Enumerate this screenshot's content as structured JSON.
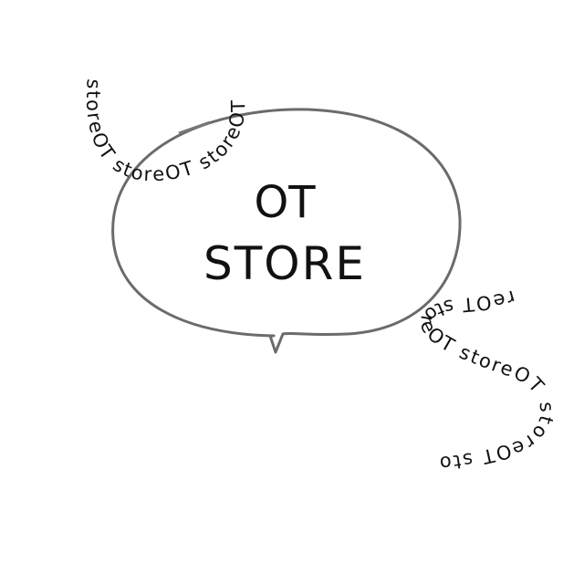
{
  "logo": {
    "title_line1": "OT",
    "title_line2": "STORE",
    "ring_text_top": "storeOT storeOT storeOT",
    "ring_text_bottom": "reOT storeOT storeOT storeOT sto",
    "bubble_stroke_color": "#6b6b6b",
    "text_color": "#111111",
    "background_color": "#ffffff"
  }
}
